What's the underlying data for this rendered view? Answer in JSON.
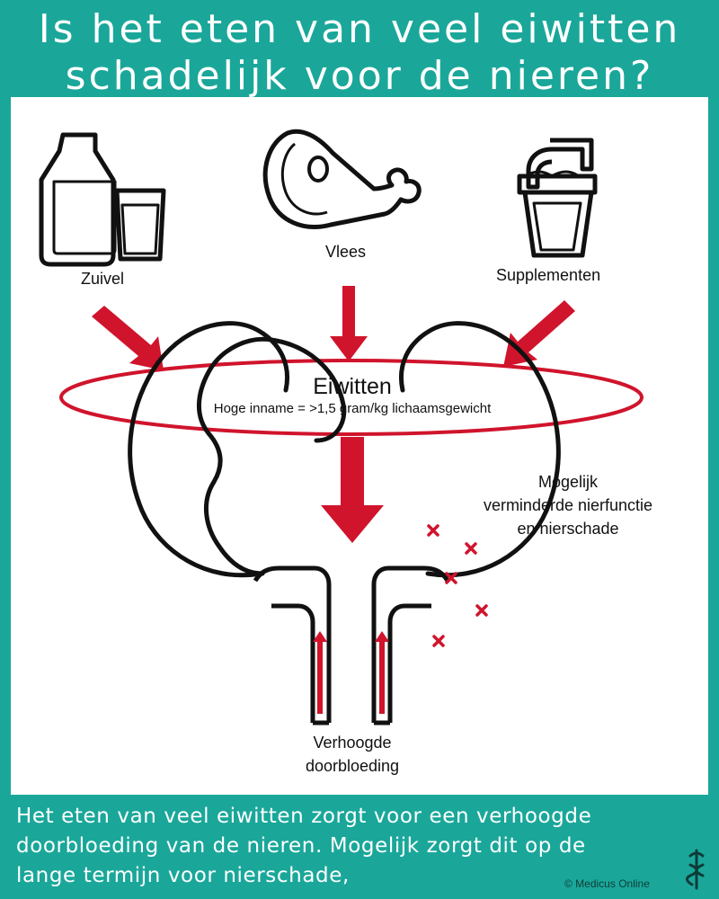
{
  "title": {
    "line1": "Is het eten van veel eiwitten",
    "line2": "schadelijk voor de nieren?"
  },
  "sources": {
    "dairy": "Zuivel",
    "meat": "Vlees",
    "supplements": "Supplementen"
  },
  "protein": {
    "title": "Eiwitten",
    "subtitle": "Hoge inname = >1,5 gram/kg lichaamsgewicht"
  },
  "kidney": {
    "damage_line1": "Mogelijk",
    "damage_line2": "verminderde nierfunctie",
    "damage_line3": "en nierschade",
    "flow_line1": "Verhoogde",
    "flow_line2": "doorbloeding"
  },
  "footer": {
    "line1": "Het eten van veel eiwitten zorgt voor een verhoogde",
    "line2": "doorbloeding van de nieren. Mogelijk zorgt dit op de",
    "line3": "lange termijn voor nierschade,",
    "copyright": "© Medicus Online"
  },
  "colors": {
    "background": "#1aa79a",
    "accent_red": "#d0142c",
    "panel": "#ffffff"
  },
  "icons": [
    "milk-bottle-icon",
    "glass-icon",
    "ham-leg-icon",
    "shaker-icon",
    "kidney-icon",
    "cross-mark-icon"
  ]
}
